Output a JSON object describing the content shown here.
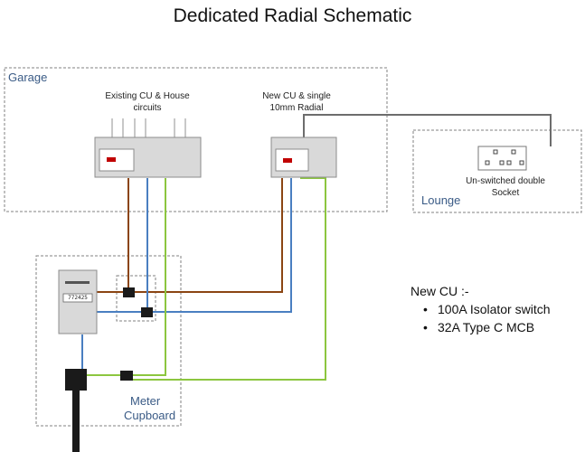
{
  "title": "Dedicated Radial Schematic",
  "zones": {
    "garage": "Garage",
    "lounge": "Lounge",
    "meter_cupboard_line1": "Meter",
    "meter_cupboard_line2": "Cupboard"
  },
  "labels": {
    "existing_cu_line1": "Existing CU & House",
    "existing_cu_line2": "circuits",
    "new_cu_line1": "New CU & single",
    "new_cu_line2": "10mm  Radial",
    "socket_line1": "Un-switched double",
    "socket_line2": "Socket",
    "meter_reading": "772425"
  },
  "notes": {
    "heading": "New CU :-",
    "items": [
      "100A Isolator switch",
      "32A Type C MCB"
    ]
  },
  "colors": {
    "live": "#8b4513",
    "neutral": "#4a7fc1",
    "earth": "#8cc63f",
    "radial": "#6d6d6d",
    "box_fill": "#d9d9d9",
    "indicator": "#c00000",
    "zone_text": "#3a5b86"
  }
}
